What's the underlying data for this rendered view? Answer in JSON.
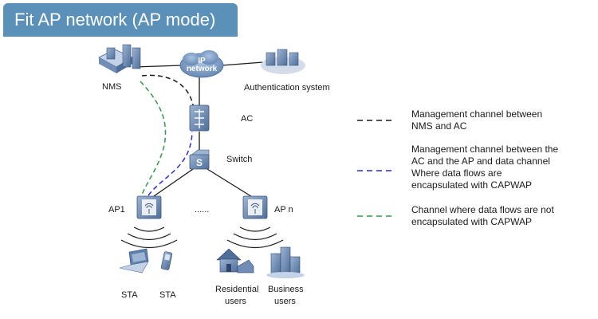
{
  "title": "Fit AP network (AP mode)",
  "nodes": {
    "nms": "NMS",
    "ip_network_line1": "IP",
    "ip_network_line2": "network",
    "auth_system": "Authentication system",
    "ac": "AC",
    "switch": "Switch",
    "switch_glyph": "S",
    "ap1": "AP1",
    "ap_ellipsis": "......",
    "apn": "AP n",
    "sta1": "STA",
    "sta2": "STA",
    "residential_line1": "Residential",
    "residential_line2": "users",
    "business_line1": "Business",
    "business_line2": "users"
  },
  "legend": [
    {
      "color": "#1a1a1a",
      "lines": [
        "Management channel between",
        "NMS and AC"
      ]
    },
    {
      "color": "#2a2ad8",
      "lines": [
        "Management channel between the",
        "AC and the AP and data channel",
        "Where data flows are",
        "encapsulated with CAPWAP"
      ]
    },
    {
      "color": "#2f9a4a",
      "lines": [
        "Channel where data flows are not",
        "encapsulated with CAPWAP"
      ]
    }
  ],
  "colors": {
    "title_bg": "#5b90b8",
    "device_blue": "#6f8db5",
    "mgmt_nms_ac": "#1a1a1a",
    "capwap": "#2a2ad8",
    "non_capwap": "#2f9a4a"
  }
}
